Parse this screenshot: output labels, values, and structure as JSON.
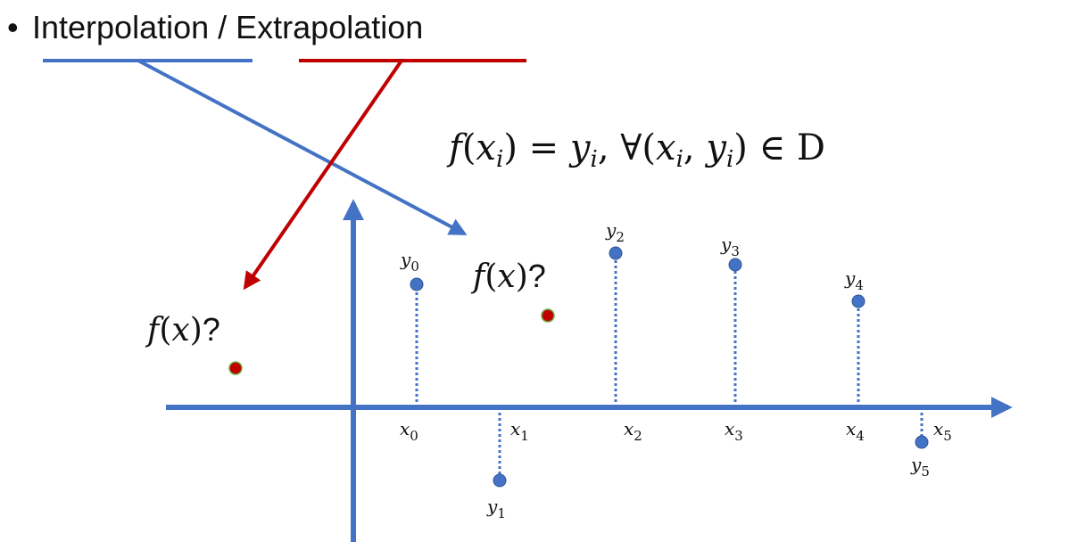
{
  "bullet": {
    "symbol": "•",
    "part1": "Interpolation",
    "separator": " / ",
    "part2": "Extrapolation"
  },
  "formula": {
    "f": "f",
    "xi_base": "x",
    "xi_sub": "i",
    "equals": " = ",
    "yi_base": "y",
    "yi_sub": "i",
    "comma_forall": ", ∀(",
    "x2_base": "x",
    "x2_sub": "i",
    "comma": ", ",
    "y2_base": "y",
    "y2_sub": "i",
    "in_set": ") ∈ D"
  },
  "query_label": {
    "f": "f",
    "paren_open": "(",
    "x": "x",
    "paren_close": ")",
    "question": "?"
  },
  "x_labels": [
    {
      "base": "x",
      "sub": "0"
    },
    {
      "base": "x",
      "sub": "1"
    },
    {
      "base": "x",
      "sub": "2"
    },
    {
      "base": "x",
      "sub": "3"
    },
    {
      "base": "x",
      "sub": "4"
    },
    {
      "base": "x",
      "sub": "5"
    }
  ],
  "y_labels": [
    {
      "base": "y",
      "sub": "0"
    },
    {
      "base": "y",
      "sub": "1"
    },
    {
      "base": "y",
      "sub": "2"
    },
    {
      "base": "y",
      "sub": "3"
    },
    {
      "base": "y",
      "sub": "4"
    },
    {
      "base": "y",
      "sub": "5"
    }
  ],
  "colors": {
    "axis": "#4472C4",
    "interpolation": "#4472C4",
    "extrapolation": "#C00000",
    "data_point": "#4472C4",
    "query_point_fill": "#C00000",
    "query_point_stroke": "#70AD47",
    "text": "#111111"
  }
}
